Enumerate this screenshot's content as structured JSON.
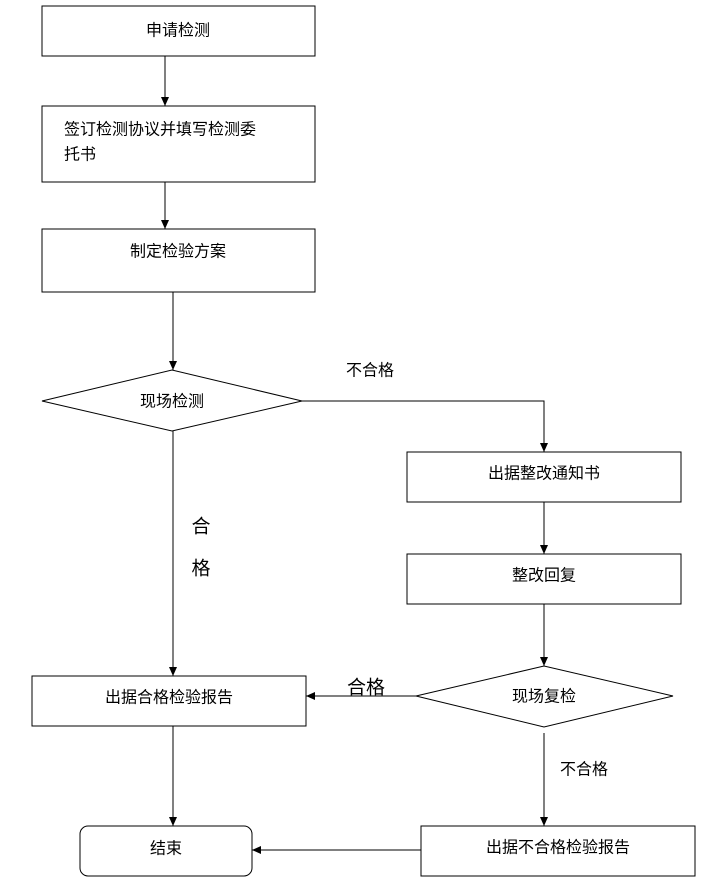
{
  "nodes": {
    "apply": "申请检测",
    "contract_line1": "签订检测协议并填写检测委",
    "contract_line2": "托书",
    "plan": "制定检验方案",
    "onsite_test": "现场检测",
    "rectify_notice": "出据整改通知书",
    "rectify_reply": "整改回复",
    "onsite_recheck": "现场复检",
    "pass_report": "出据合格检验报告",
    "fail_report": "出据不合格检验报告",
    "end": "结束"
  },
  "edge_labels": {
    "onsite_fail": "不合格",
    "onsite_pass_1": "合",
    "onsite_pass_2": "格",
    "recheck_pass": "合格",
    "recheck_fail": "不合格"
  }
}
